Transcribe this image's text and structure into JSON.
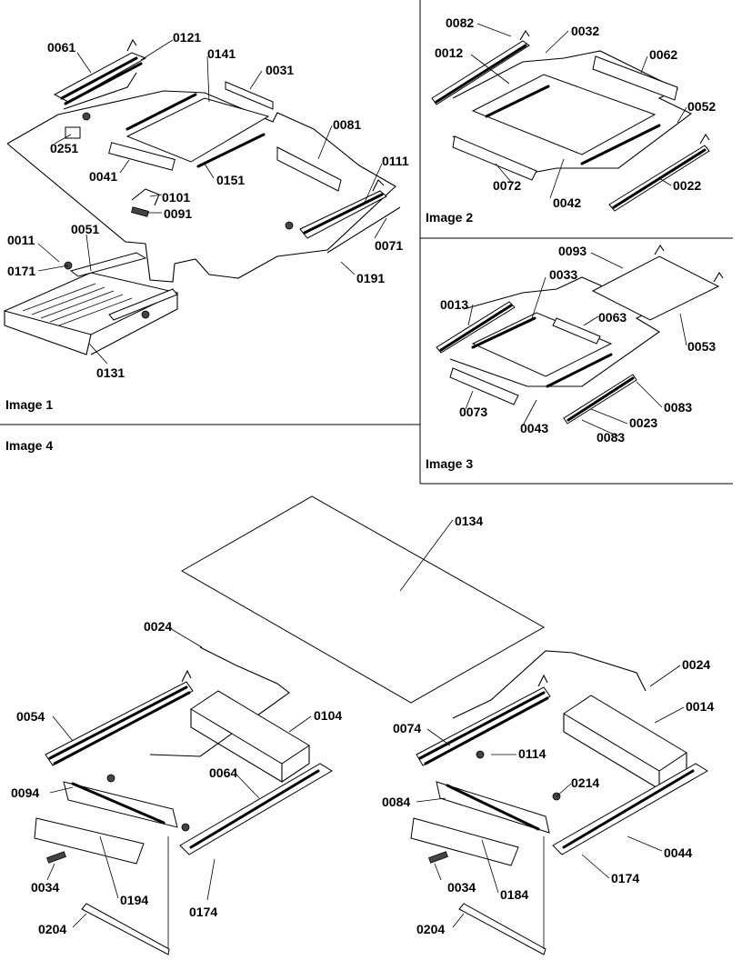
{
  "panels": {
    "image1": {
      "title": "Image 1"
    },
    "image2": {
      "title": "Image 2"
    },
    "image3": {
      "title": "Image 3"
    },
    "image4": {
      "title": "Image 4"
    }
  },
  "labels": {
    "image1": [
      "0061",
      "0121",
      "0141",
      "0031",
      "0251",
      "0081",
      "0041",
      "0101",
      "0151",
      "0091",
      "0111",
      "0011",
      "0051",
      "0171",
      "0071",
      "0191",
      "0131"
    ],
    "image2": [
      "0082",
      "0032",
      "0012",
      "0062",
      "0052",
      "0072",
      "0042",
      "0022"
    ],
    "image3": [
      "0093",
      "0033",
      "0013",
      "0063",
      "0053",
      "0073",
      "0043",
      "0023",
      "0083",
      "0083"
    ],
    "image4": [
      "0134",
      "0024",
      "0024",
      "0054",
      "0104",
      "0014",
      "0074",
      "0114",
      "0094",
      "0064",
      "0214",
      "0084",
      "0034",
      "0194",
      "0044",
      "0174",
      "0034",
      "0184",
      "0174",
      "0204",
      "0204"
    ]
  }
}
